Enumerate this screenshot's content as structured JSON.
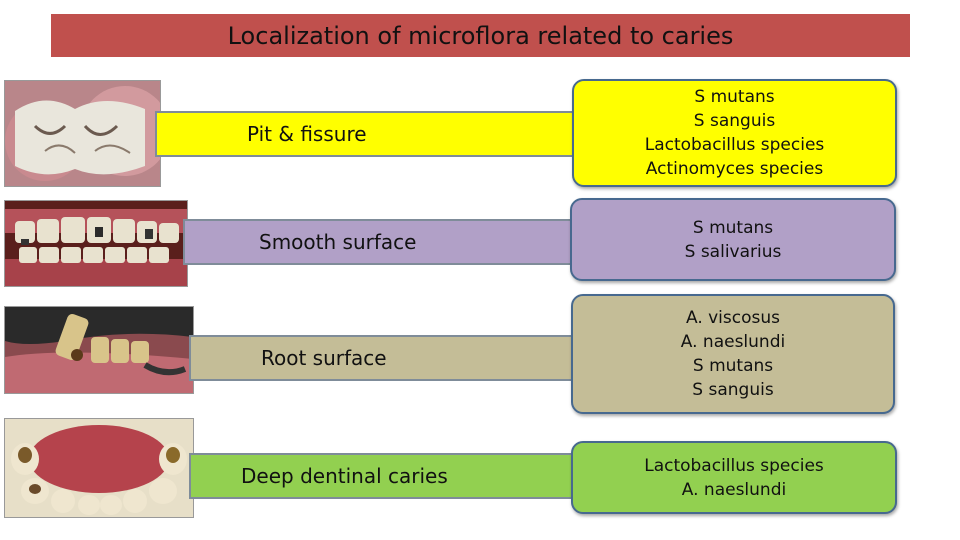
{
  "slide": {
    "title": "Localization of microflora related to caries",
    "title_bg": "#c0504d"
  },
  "rows": [
    {
      "label": "Pit & fissure",
      "color": "#ffff00",
      "organisms": [
        "S mutans",
        "S sanguis",
        "Lactobacillus species",
        "Actinomyces species"
      ],
      "photo_icon": "occlusal-molar-photo"
    },
    {
      "label": "Smooth surface",
      "color": "#b1a0c7",
      "organisms": [
        "S mutans",
        "S salivarius"
      ],
      "photo_icon": "front-teeth-photo"
    },
    {
      "label": "Root surface",
      "color": "#c4bd97",
      "organisms": [
        "A. viscosus",
        "A. naeslundi",
        "S mutans",
        "S sanguis"
      ],
      "photo_icon": "root-caries-photo"
    },
    {
      "label": "Deep dentinal caries",
      "color": "#92d050",
      "organisms": [
        "Lactobacillus species",
        "A. naeslundi"
      ],
      "photo_icon": "lower-arch-photo"
    }
  ]
}
